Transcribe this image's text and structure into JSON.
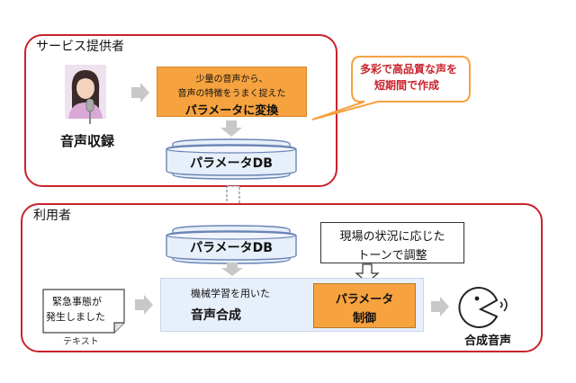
{
  "provider": {
    "title": "サービス提供者",
    "recording_label": "音声収録",
    "conversion_line1": "少量の音声から、",
    "conversion_line2": "音声の特徴をうまく捉えた",
    "conversion_main": "パラメータに変換",
    "callout_line1": "多彩で高品質な声を",
    "callout_line2": "短期間で作成",
    "db_label": "パラメータDB"
  },
  "user": {
    "title": "利用者",
    "db_label": "パラメータDB",
    "adjust_line1": "現場の状況に応じた",
    "adjust_line2": "トーンで調整",
    "text_line1": "緊急事態が",
    "text_line2": "発生しました",
    "text_caption": "テキスト",
    "synth_line1": "機械学習を用いた",
    "synth_main": "音声合成",
    "param_line1": "パラメータ",
    "param_line2": "制御",
    "output_label": "合成音声"
  },
  "colors": {
    "section_border": "#c8232c",
    "orange": "#f6a23f",
    "light_blue": "#e7effa",
    "gray_arrow": "#c8c8c8"
  }
}
